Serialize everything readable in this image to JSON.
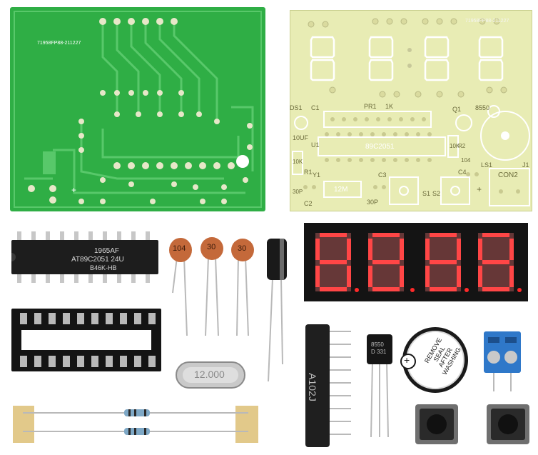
{
  "pcb_back": {
    "code": "71958FP88-211227"
  },
  "pcb_front": {
    "code": "71958FP88-211227",
    "labels": {
      "ds1": "DS1",
      "c1": "C1",
      "pr1": "PR1",
      "one_k": "1K",
      "q1": "Q1",
      "q1_val": "8550",
      "tenuf": "10UF",
      "u1": "U1",
      "u1_chip": "89C2051",
      "r1_val": "10K",
      "r1": "R1",
      "r2_val": "10K",
      "r2": "R2",
      "c4_val": "104",
      "c4": "C4",
      "ls1": "LS1",
      "j1": "J1",
      "con2": "CON2",
      "y1": "Y1",
      "y1_val": "12M",
      "c3": "C3",
      "c2": "C2",
      "c2_val": "30P",
      "c3_val": "30P",
      "s1": "S1",
      "s2": "S2",
      "plus": "+"
    }
  },
  "mcu": {
    "line1": "1965AF",
    "line2": "AT89C2051 24U",
    "line3": "B46K-HB"
  },
  "capacitors": {
    "c104": "104",
    "c30a": "30",
    "c30b": "30"
  },
  "crystal": {
    "label": "12.000"
  },
  "resistor_network": {
    "label": "A102J"
  },
  "transistor": {
    "line1": "8550",
    "line2": "D 331"
  },
  "buzzer": {
    "line1": "REMOVE",
    "line2": "SEAL",
    "line3": "AFTER",
    "line4": "WASHING",
    "plus": "+"
  },
  "colors": {
    "pcb_green": "#2fae45",
    "pcb_trace": "#58c86a",
    "pcb_cream": "#e8ecb4",
    "silkscreen": "#ffffff",
    "display_red": "#ff2a2a",
    "terminal_blue": "#2f78c9"
  }
}
